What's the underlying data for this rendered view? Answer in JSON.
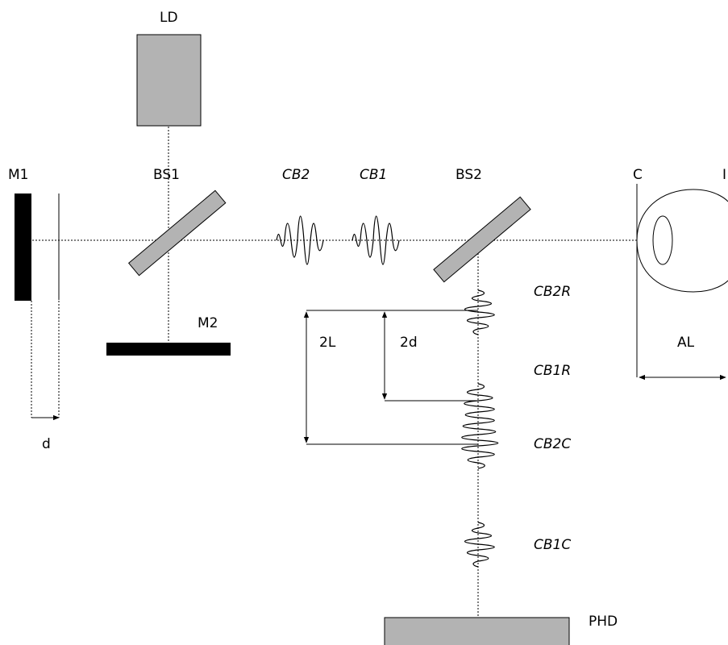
{
  "labels": {
    "ld": "LD",
    "m1": "M1",
    "bs1": "BS1",
    "cb2": "CB2",
    "cb1": "CB1",
    "bs2": "BS2",
    "c": "C",
    "i": "I",
    "m2": "M2",
    "cb2r": "CB2R",
    "two_l": "2L",
    "two_d": "2d",
    "al": "AL",
    "cb1r": "CB1R",
    "d": "d",
    "cb2c": "CB2C",
    "cb1c": "CB1C",
    "phd": "PHD"
  }
}
